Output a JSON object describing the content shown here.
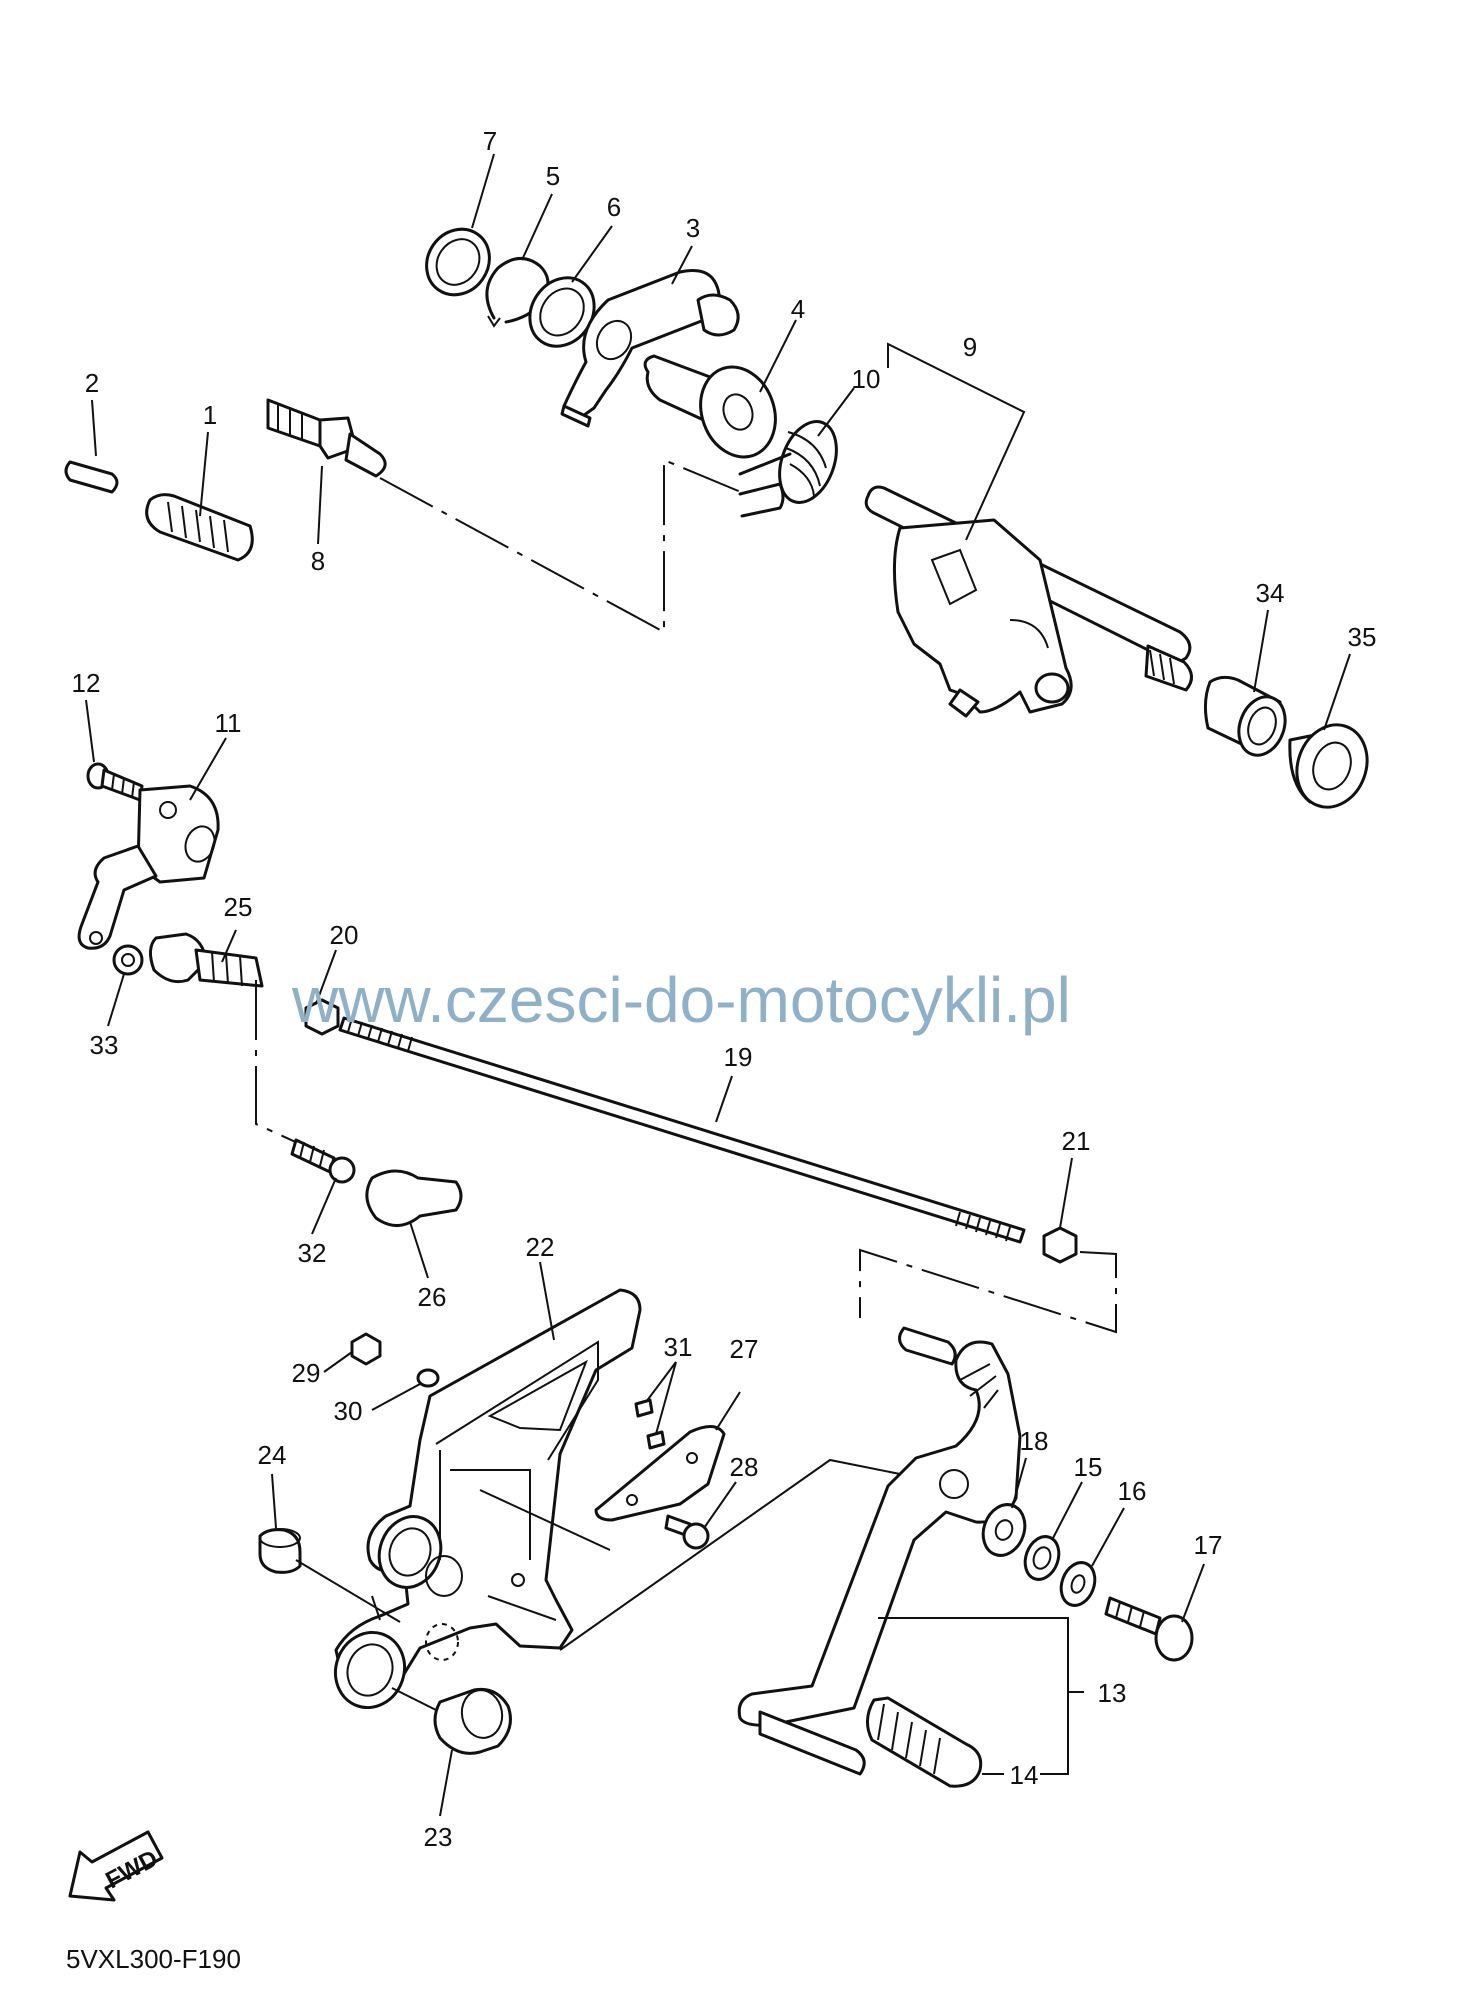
{
  "callouts": [
    {
      "id": "c1",
      "label": "1"
    },
    {
      "id": "c2",
      "label": "2"
    },
    {
      "id": "c3",
      "label": "3"
    },
    {
      "id": "c4",
      "label": "4"
    },
    {
      "id": "c5",
      "label": "5"
    },
    {
      "id": "c6",
      "label": "6"
    },
    {
      "id": "c7",
      "label": "7"
    },
    {
      "id": "c8",
      "label": "8"
    },
    {
      "id": "c9",
      "label": "9"
    },
    {
      "id": "c10",
      "label": "10"
    },
    {
      "id": "c11",
      "label": "11"
    },
    {
      "id": "c12",
      "label": "12"
    },
    {
      "id": "c13",
      "label": "13"
    },
    {
      "id": "c14",
      "label": "14"
    },
    {
      "id": "c15",
      "label": "15"
    },
    {
      "id": "c16",
      "label": "16"
    },
    {
      "id": "c17",
      "label": "17"
    },
    {
      "id": "c18",
      "label": "18"
    },
    {
      "id": "c19",
      "label": "19"
    },
    {
      "id": "c20",
      "label": "20"
    },
    {
      "id": "c21",
      "label": "21"
    },
    {
      "id": "c22",
      "label": "22"
    },
    {
      "id": "c23",
      "label": "23"
    },
    {
      "id": "c24",
      "label": "24"
    },
    {
      "id": "c25",
      "label": "25"
    },
    {
      "id": "c26",
      "label": "26"
    },
    {
      "id": "c27",
      "label": "27"
    },
    {
      "id": "c28",
      "label": "28"
    },
    {
      "id": "c29",
      "label": "29"
    },
    {
      "id": "c30",
      "label": "30"
    },
    {
      "id": "c31",
      "label": "31"
    },
    {
      "id": "c32",
      "label": "32"
    },
    {
      "id": "c33",
      "label": "33"
    },
    {
      "id": "c34",
      "label": "34"
    },
    {
      "id": "c35",
      "label": "35"
    }
  ],
  "watermark": "www.czesci-do-motocykli.pl",
  "fwd_label": "FWD",
  "diagram_code": "5VXL300-F190",
  "colors": {
    "line": "#111111",
    "watermark": "#8fb0c9",
    "background": "#ffffff"
  }
}
